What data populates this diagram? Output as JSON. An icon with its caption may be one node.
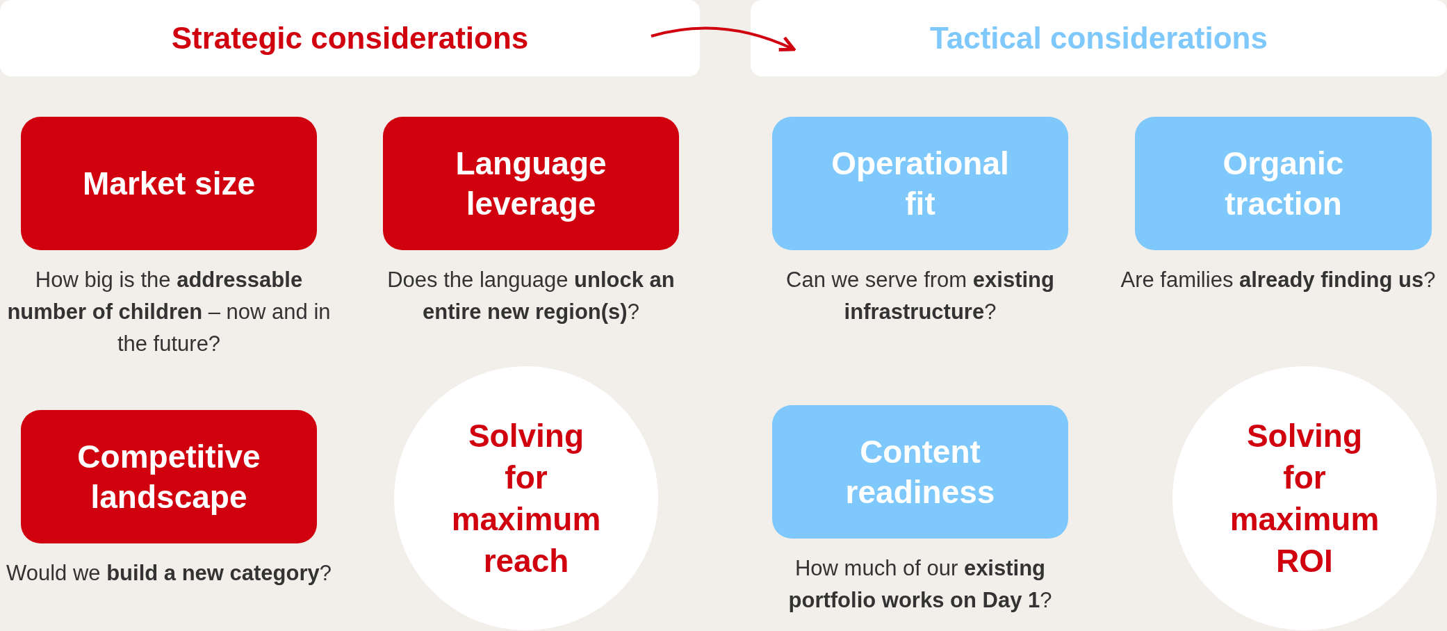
{
  "diagram": {
    "nodes": [
      {
        "text": [
          "Strategic considerations"
        ]
      },
      {
        "text": [
          "Tactical considerations"
        ]
      },
      {
        "text": [
          "Market size"
        ],
        "beside": [
          "How big is the **addressable number of children** – now and in the future?"
        ]
      },
      {
        "text": [
          "Language leverage"
        ],
        "beside": [
          "Does the language **unlock an entire new region(s)**?"
        ]
      },
      {
        "text": [
          "Operational fit"
        ],
        "beside": [
          "Can we serve from **existing infrastructure**?"
        ]
      },
      {
        "text": [
          "Organic traction"
        ],
        "beside": [
          "Are families **already finding us**?"
        ]
      },
      {
        "text": [
          "Competitive landscape"
        ],
        "beside": [
          "Would we **build a new category**?"
        ]
      },
      {
        "text": [
          "Solving for maximum reach"
        ]
      },
      {
        "text": [
          "Content readiness"
        ],
        "beside": [
          "How much of our **existing portfolio works on Day 1**?"
        ]
      },
      {
        "text": [
          "Solving for maximum ROI"
        ]
      }
    ],
    "edges": [
      {
        "from": 0,
        "to": 1,
        "arrow": "to",
        "color": "#d0000f"
      }
    ]
  }
}
